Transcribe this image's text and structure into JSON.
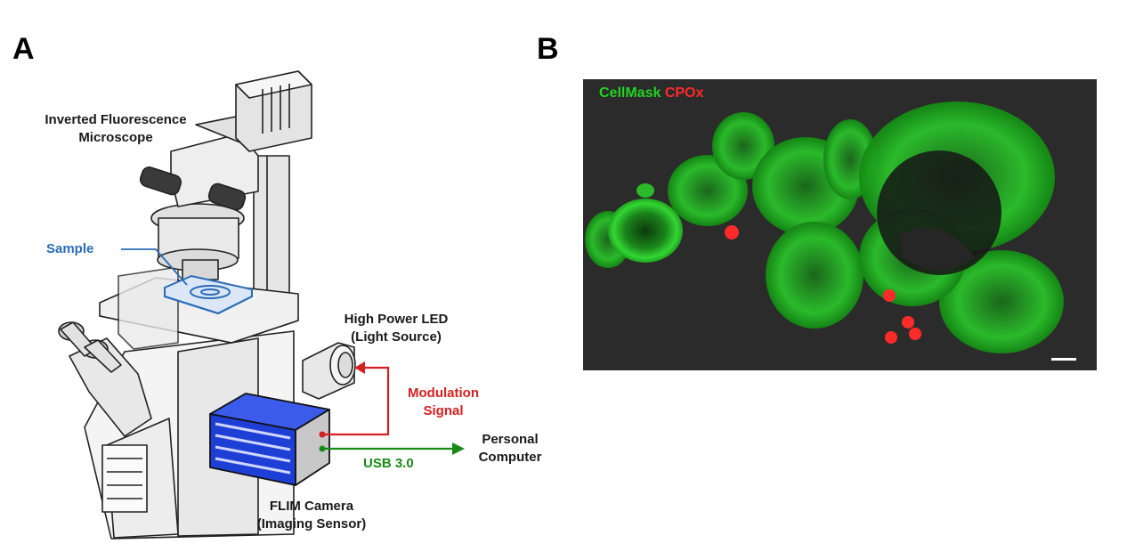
{
  "panels": {
    "a": "A",
    "b": "B"
  },
  "diagram": {
    "microscope_label_line1": "Inverted Fluorescence",
    "microscope_label_line2": "Microscope",
    "sample_label": "Sample",
    "led_label_line1": "High Power LED",
    "led_label_line2": "(Light Source)",
    "modulation_label_line1": "Modulation",
    "modulation_label_line2": "Signal",
    "usb_label": "USB 3.0",
    "pc_label_line1": "Personal",
    "pc_label_line2": "Computer",
    "camera_label_line1": "FLIM Camera",
    "camera_label_line2": "(Imaging Sensor)"
  },
  "micrograph": {
    "stain_green": "CellMask",
    "stain_red": "CPOx"
  },
  "colors": {
    "sample": "#2a6cb5",
    "modulation": "#d42020",
    "usb": "#198a19",
    "camera_blue": "#1e3fd6",
    "green_stain": "#22d422",
    "red_stain": "#ff2a2a",
    "micrograph_bg": "#2b2b2b"
  }
}
